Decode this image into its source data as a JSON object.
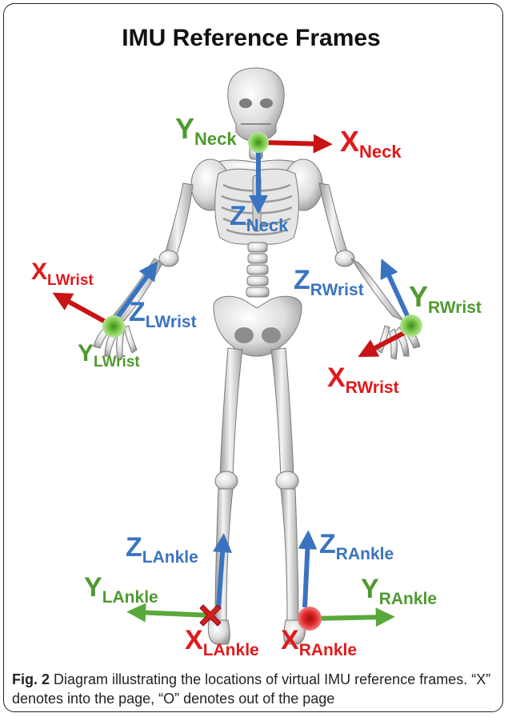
{
  "title": "IMU Reference Frames",
  "labels": {
    "y_neck": [
      "Y",
      "Neck"
    ],
    "x_neck": [
      "X",
      "Neck"
    ],
    "z_neck": [
      "Z",
      "Neck"
    ],
    "x_lwrist": [
      "X",
      "LWrist"
    ],
    "z_lwrist": [
      "Z",
      "LWrist"
    ],
    "y_lwrist": [
      "Y",
      "LWrist"
    ],
    "z_rwrist": [
      "Z",
      "RWrist"
    ],
    "y_rwrist": [
      "Y",
      "RWrist"
    ],
    "x_rwrist": [
      "X",
      "RWrist"
    ],
    "z_lankle": [
      "Z",
      "LAnkle"
    ],
    "y_lankle": [
      "Y",
      "LAnkle"
    ],
    "x_lankle": [
      "X",
      "LAnkle"
    ],
    "z_rankle": [
      "Z",
      "RAnkle"
    ],
    "y_rankle": [
      "Y",
      "RAnkle"
    ],
    "x_rankle": [
      "X",
      "RAnkle"
    ]
  },
  "caption": {
    "prefix": "Fig. 2",
    "text": " Diagram illustrating the locations of virtual IMU reference frames. “X” denotes into the page, “O” denotes out of the page"
  },
  "colors": {
    "x_axis": "#e0191b",
    "y_axis": "#4e9a2f",
    "z_axis": "#3a74c0",
    "sensor_green": "#6bbd3a",
    "sensor_red": "#d42020",
    "bone": "#d9d9d9",
    "bone_dark": "#8c8c8c"
  }
}
